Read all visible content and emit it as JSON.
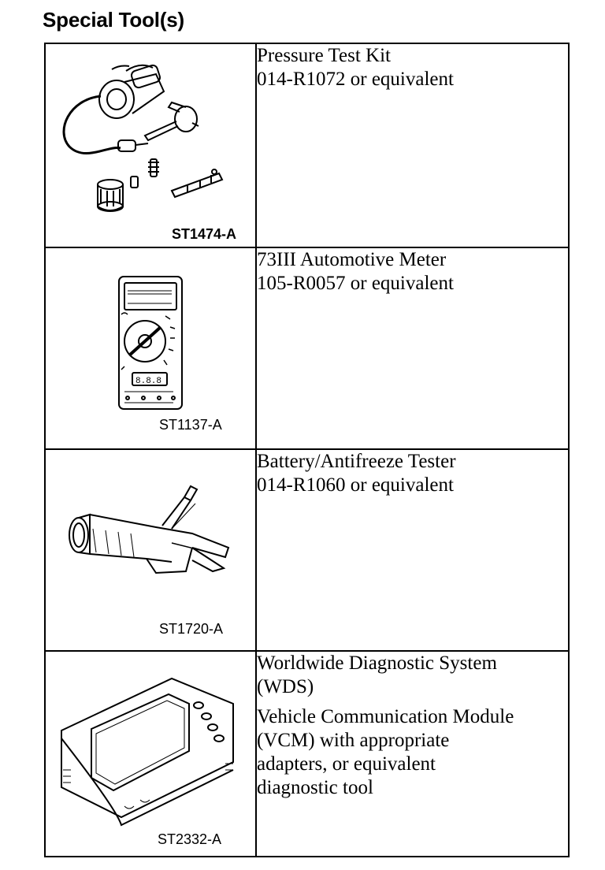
{
  "page_title": "Special Tool(s)",
  "tools": [
    {
      "figure_code": "ST1474-A",
      "icon": "pressure-test-kit-illustration",
      "description_lines": [
        "Pressure Test Kit",
        "014-R1072 or equivalent"
      ]
    },
    {
      "figure_code": "ST1137-A",
      "icon": "automotive-meter-illustration",
      "meter_display": "8.8.8",
      "description_lines": [
        "73III Automotive Meter",
        "105-R0057 or equivalent"
      ]
    },
    {
      "figure_code": "ST1720-A",
      "icon": "battery-antifreeze-tester-illustration",
      "description_lines": [
        "Battery/Antifreeze Tester",
        "014-R1060 or equivalent"
      ]
    },
    {
      "figure_code": "ST2332-A",
      "icon": "diagnostic-system-illustration",
      "description_lines": [
        "Worldwide Diagnostic System",
        "(WDS)"
      ],
      "description_lines_2": [
        "Vehicle Communication Module",
        "(VCM) with appropriate",
        "adapters, or equivalent",
        "diagnostic tool"
      ]
    }
  ]
}
